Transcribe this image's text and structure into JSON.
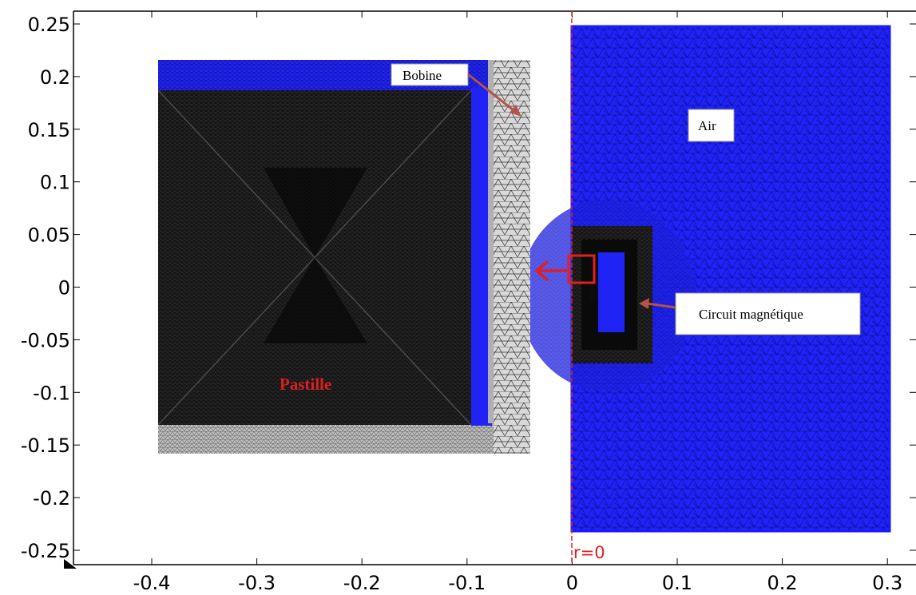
{
  "axes": {
    "x_ticks": [
      "-0.4",
      "-0.3",
      "-0.2",
      "-0.1",
      "0",
      "0.1",
      "0.2",
      "0.3"
    ],
    "y_ticks": [
      "0.25",
      "0.2",
      "0.15",
      "0.1",
      "0.05",
      "0",
      "-0.05",
      "-0.1",
      "-0.15",
      "-0.2",
      "-0.25"
    ]
  },
  "labels": {
    "air": "Air",
    "circuit": "Circuit magnétique",
    "bobine": "Bobine",
    "pastille": "Pastille",
    "axis_marker": "r=0"
  },
  "colors": {
    "mesh_blue": "#1a1aff",
    "mesh_black": "#111111",
    "mesh_gray": "#cfcfcf",
    "highlight_red": "#e02020",
    "arrow_brown": "#b5524a",
    "pastille_text": "#dd1f1f"
  }
}
